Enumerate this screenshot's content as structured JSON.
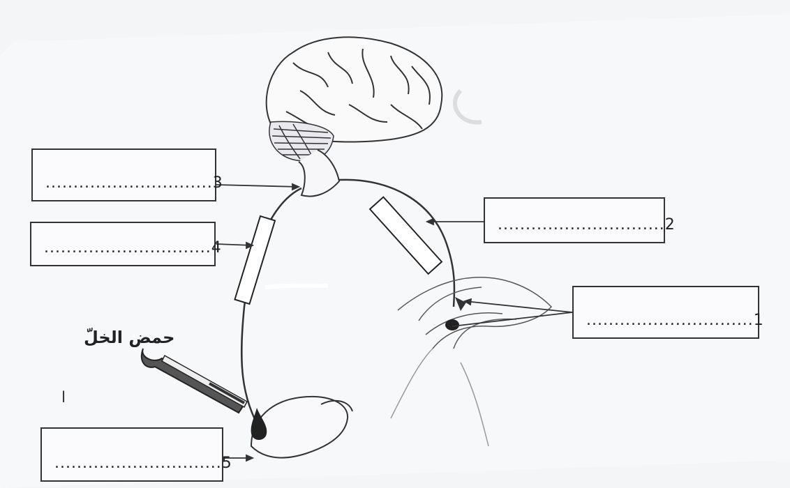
{
  "labels": [
    {
      "id": "1",
      "text": "..............................1"
    },
    {
      "id": "2",
      "text": "..............................2"
    },
    {
      "id": "3",
      "text": "..............................3"
    },
    {
      "id": "4",
      "text": "..............................4"
    },
    {
      "id": "5",
      "text": "..............................5"
    }
  ],
  "reagent_label": "حمض الخلّ",
  "stray_mark": "ا",
  "colors": {
    "line": "#333333",
    "paper": "#f4f5f7",
    "box_border": "#333333"
  }
}
